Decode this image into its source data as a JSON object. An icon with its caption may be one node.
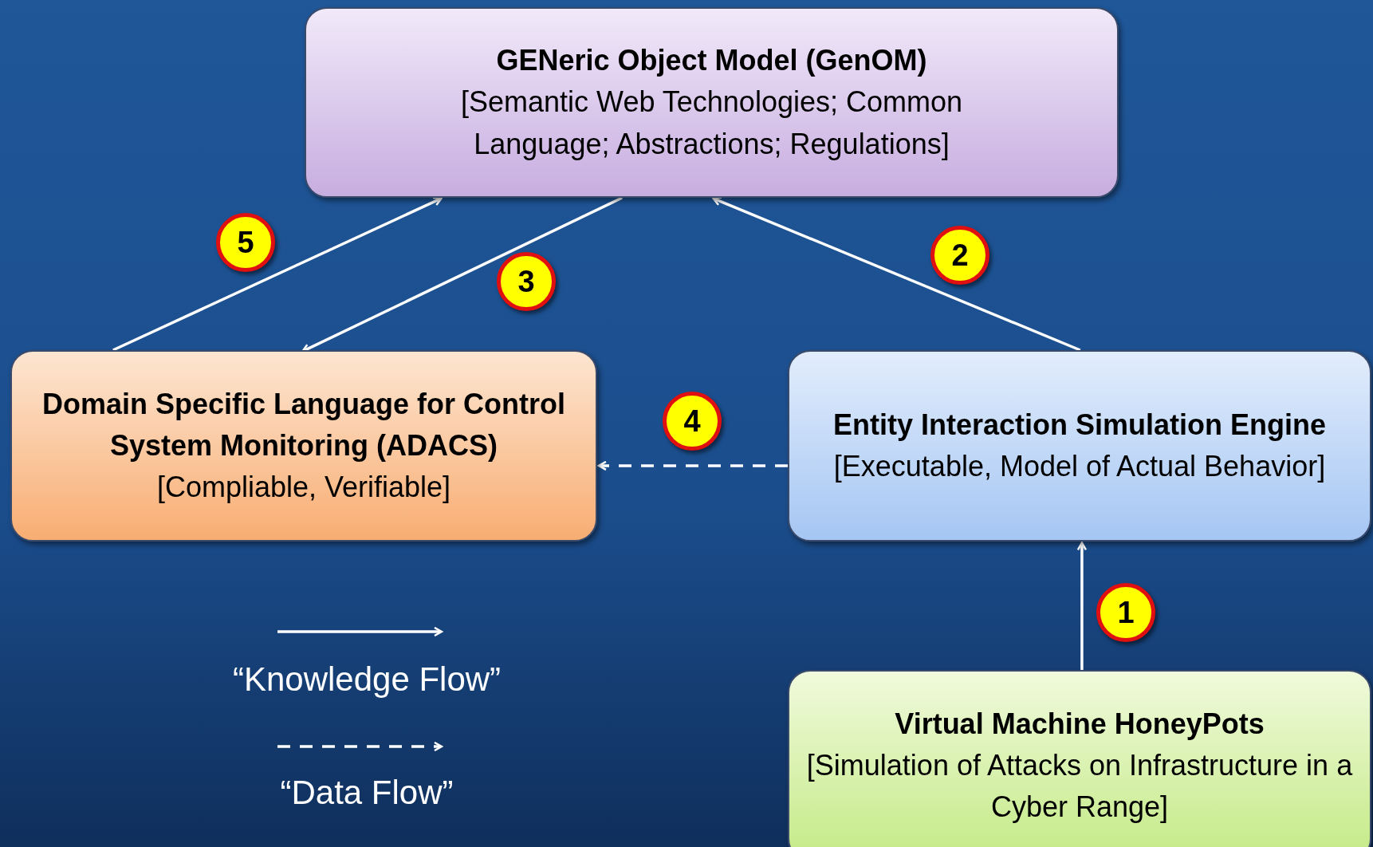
{
  "diagram": {
    "nodes": [
      {
        "text": [
          "GENeric Object Model (GenOM)",
          "[Semantic Web Technologies; Common Language; Abstractions; Regulations]"
        ]
      },
      {
        "text": [
          "Domain Specific Language for Control System Monitoring (ADACS)",
          "[Compliable, Verifiable]"
        ]
      },
      {
        "text": [
          "Entity Interaction Simulation Engine",
          "[Executable, Model of Actual Behavior]"
        ]
      },
      {
        "text": [
          "Virtual Machine HoneyPots",
          "[Simulation of Attacks on Infrastructure in a Cyber Range]"
        ]
      }
    ],
    "edges": [
      {
        "from": 3,
        "to": 2,
        "arrow": "to",
        "label": "1"
      },
      {
        "from": 2,
        "to": 0,
        "arrow": "to",
        "label": "2"
      },
      {
        "from": 0,
        "to": 1,
        "arrow": "to",
        "label": "3"
      },
      {
        "from": 2,
        "to": 1,
        "arrow": "to",
        "label": "4",
        "style": "dashed"
      },
      {
        "from": 1,
        "to": 0,
        "arrow": "to",
        "label": "5"
      }
    ],
    "legend": [
      {
        "text": "“Knowledge Flow”"
      },
      {
        "text": "“Data Flow”"
      }
    ]
  }
}
